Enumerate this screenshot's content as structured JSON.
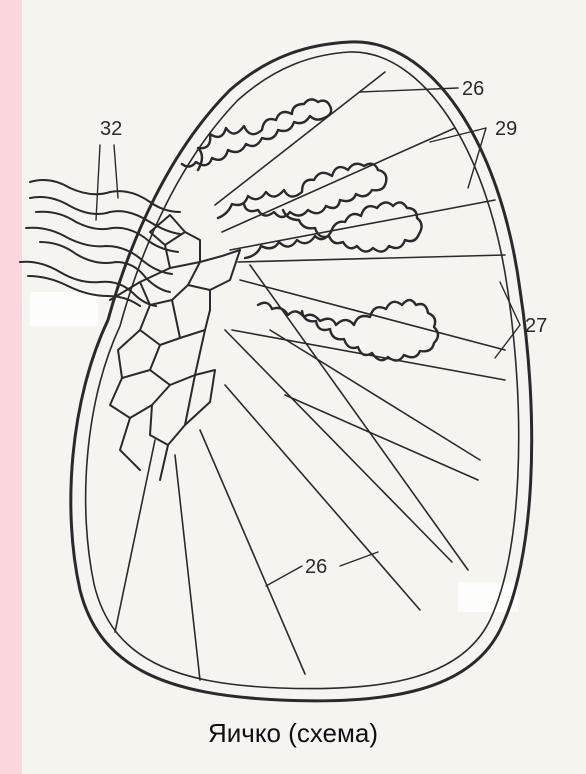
{
  "labels": {
    "l26_top": "26",
    "l32": "32",
    "l29": "29",
    "l27": "27",
    "l26_bottom": "26"
  },
  "caption": "Яичко (схема)",
  "colors": {
    "background": "#fbe3e6",
    "panel": "#f6f4ef",
    "ink": "#2a2a2a"
  }
}
